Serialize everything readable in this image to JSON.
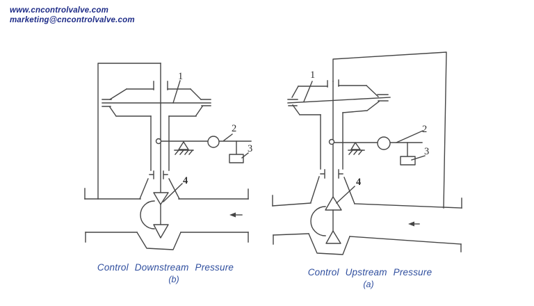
{
  "header": {
    "website": "www.cncontrolvalve.com",
    "email": "marketing@cncontrolvalve.com"
  },
  "colors": {
    "background": "#ffffff",
    "header_text": "#1d2b87",
    "caption_text": "#2f4e9e",
    "line": "#454545"
  },
  "left_diagram": {
    "caption": "Control Downstream Pressure",
    "tag": "(b)",
    "flow_direction": "left",
    "labels": {
      "diaphragm": "1",
      "lever": "2",
      "weight": "3",
      "valve_plug": "4"
    }
  },
  "right_diagram": {
    "caption": "Control Upstream Pressure",
    "tag": "(a)",
    "flow_direction": "left",
    "labels": {
      "diaphragm": "1",
      "lever": "2",
      "weight": "3",
      "valve_plug": "4"
    }
  }
}
